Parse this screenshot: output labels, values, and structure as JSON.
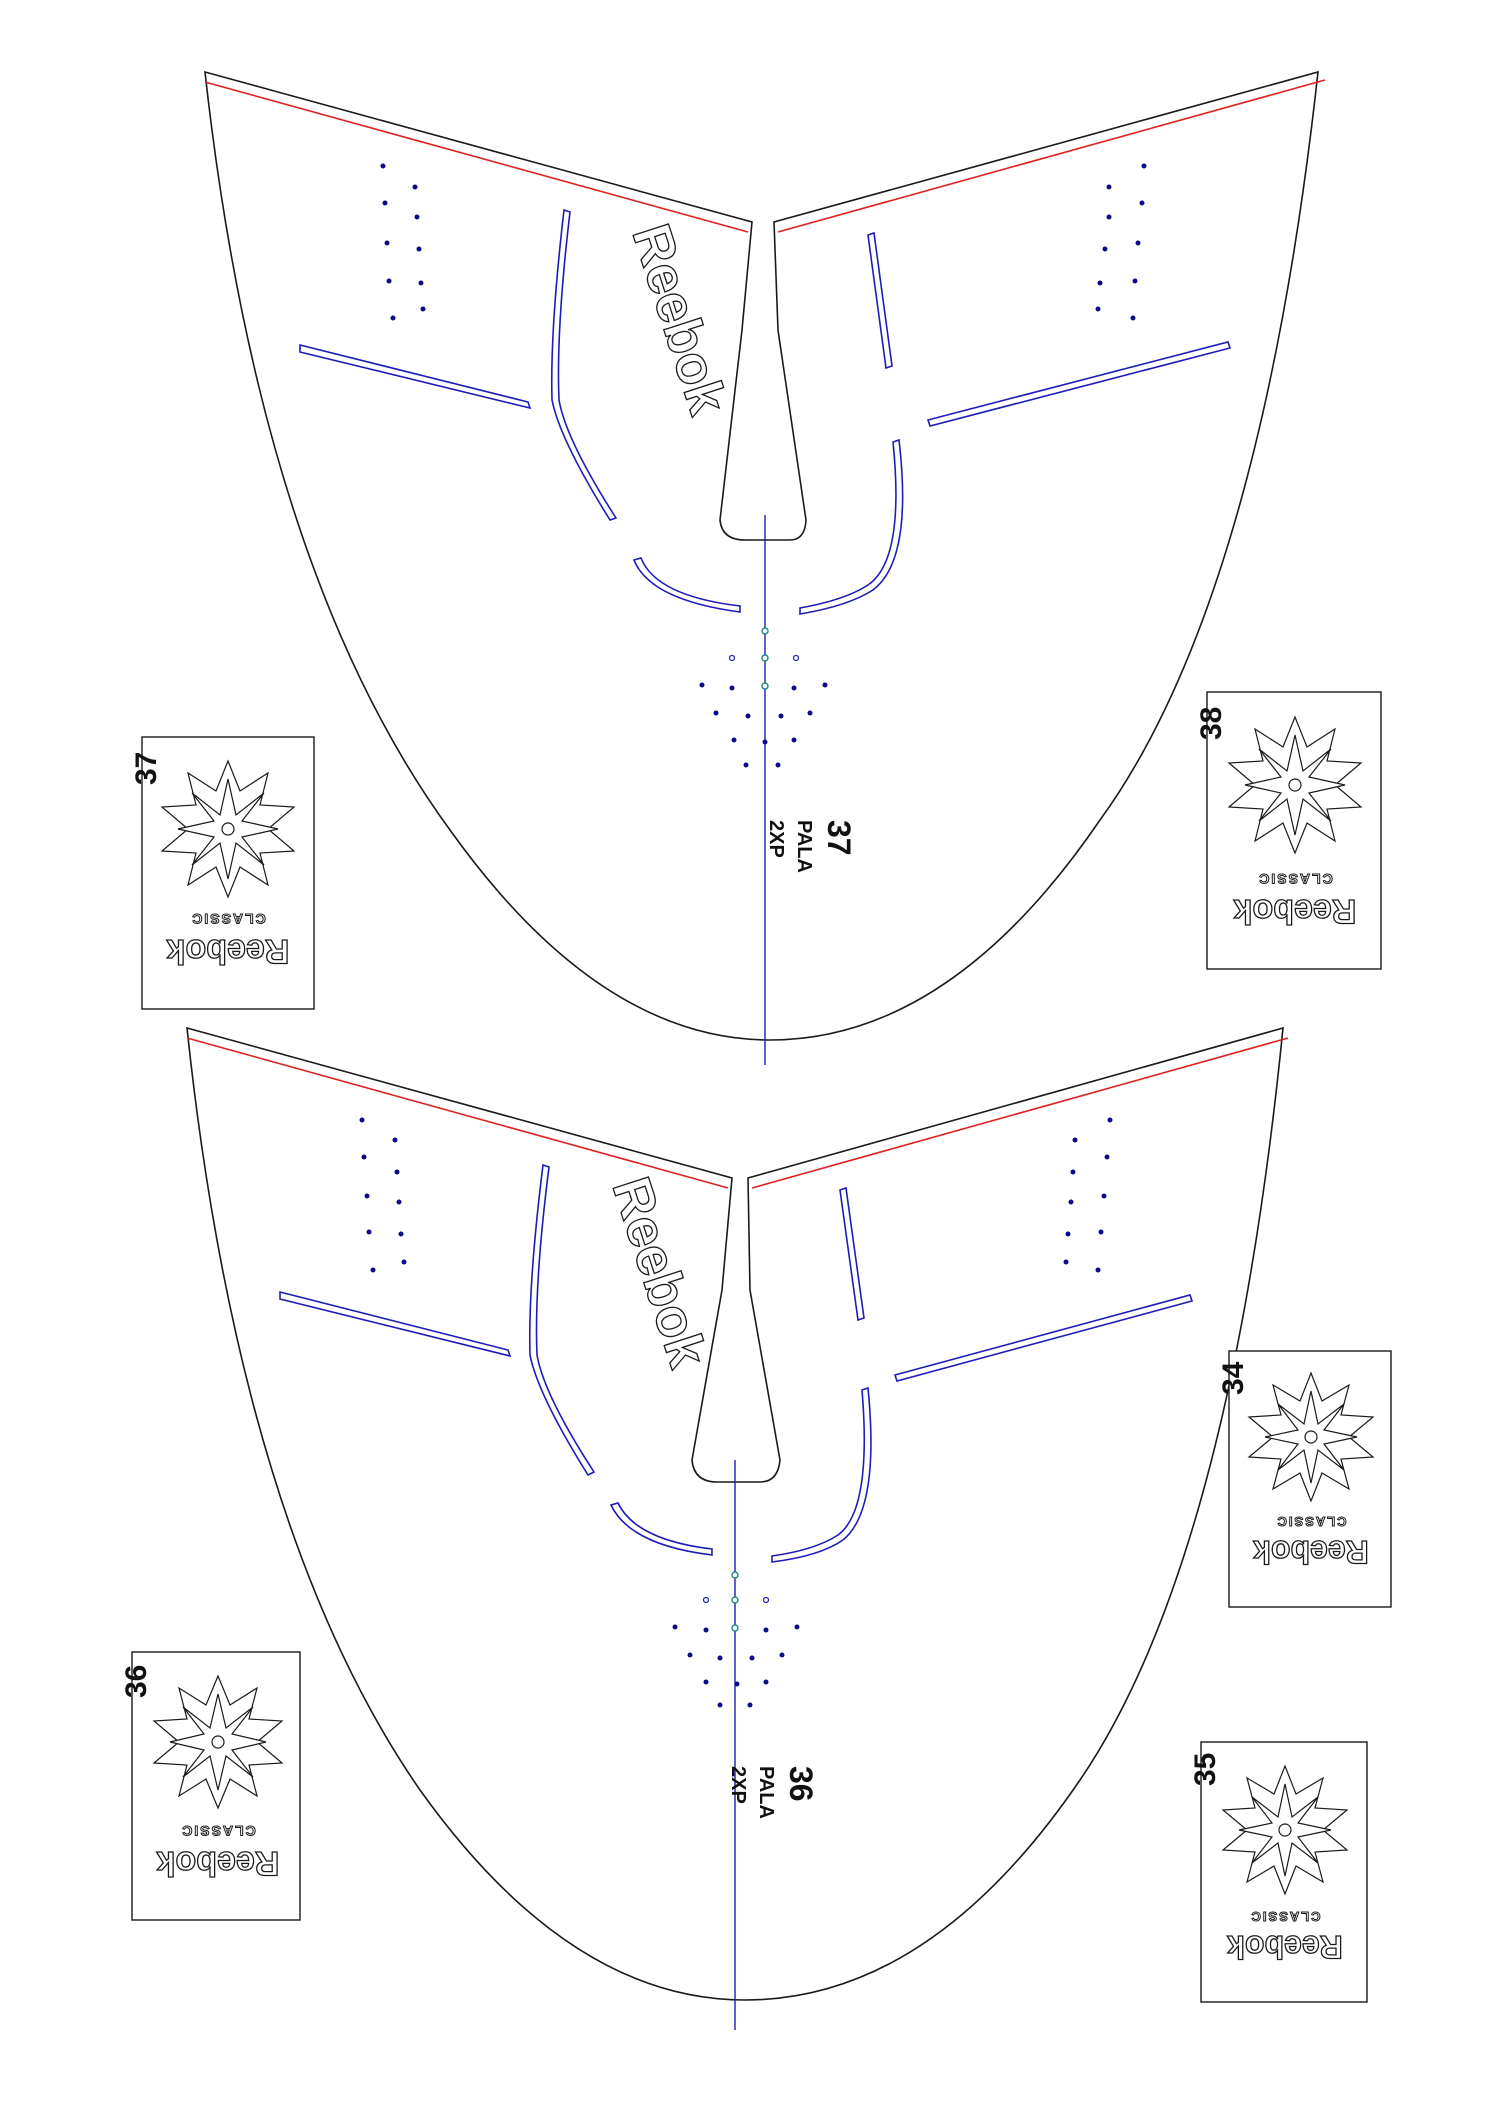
{
  "pattern_pieces": [
    {
      "id": "upper",
      "brand_mark": "Reebok",
      "size": "37",
      "name": "PALA",
      "quantity": "2XP"
    },
    {
      "id": "lower",
      "brand_mark": "Reebok",
      "size": "36",
      "name": "PALA",
      "quantity": "2XP"
    }
  ],
  "size_tags": [
    {
      "id": "tag-37",
      "size": "37",
      "brand": "Reebok",
      "subtitle": "CLASSIC"
    },
    {
      "id": "tag-38",
      "size": "38",
      "brand": "Reebok",
      "subtitle": "CLASSIC"
    },
    {
      "id": "tag-34",
      "size": "34",
      "brand": "Reebok",
      "subtitle": "CLASSIC"
    },
    {
      "id": "tag-36",
      "size": "36",
      "brand": "Reebok",
      "subtitle": "CLASSIC"
    },
    {
      "id": "tag-35",
      "size": "35",
      "brand": "Reebok",
      "subtitle": "CLASSIC"
    }
  ],
  "colors": {
    "outline": "#1a1a1a",
    "edge_line": "#e02020",
    "stitch_line": "#1c1cb8",
    "perforation": "#0a0a8a"
  }
}
